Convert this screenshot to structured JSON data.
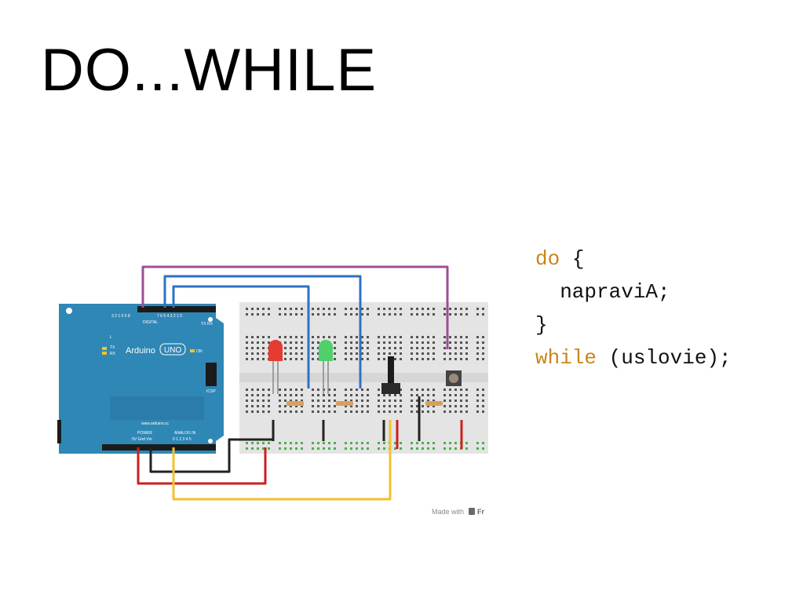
{
  "slide": {
    "title": "DO...WHILE"
  },
  "code": {
    "line1_kw": "do",
    "line1_rest": " {",
    "line2": "  napraviA;",
    "line3": "}",
    "line4_kw": "while",
    "line4_rest": " (uslovie);"
  },
  "circuit": {
    "board": {
      "brand": "Arduino",
      "model": "UNO",
      "digital_label": "DIGITAL",
      "power_label": "POWER",
      "analog_label": "ANALOG IN",
      "icsp_label": "ICSP",
      "on_label": "ON",
      "l_label": "L",
      "tx_label": "TX",
      "rx_label": "RX",
      "url": "www.arduino.cc",
      "power_pins": "5V Gnd Vin",
      "analog_pins": "0 1 2 3 4 5",
      "digital_pins_top": "3 2 1 0 9 8",
      "digital_pins_top2": "7 6 5 4 3 2 1 0",
      "tx_pin": "TX",
      "rx_pin": "RX"
    },
    "credit": "Made with",
    "credit_logo": "Fr",
    "colors": {
      "board": "#2f87b5",
      "wire_purple": "#9b4f96",
      "wire_blue": "#2e72c4",
      "wire_red": "#c9201f",
      "wire_black": "#222222",
      "wire_yellow": "#f2c12e",
      "led_red": "#e53b30",
      "led_green": "#4fd06a",
      "breadboard": "#e4e4e4"
    }
  }
}
